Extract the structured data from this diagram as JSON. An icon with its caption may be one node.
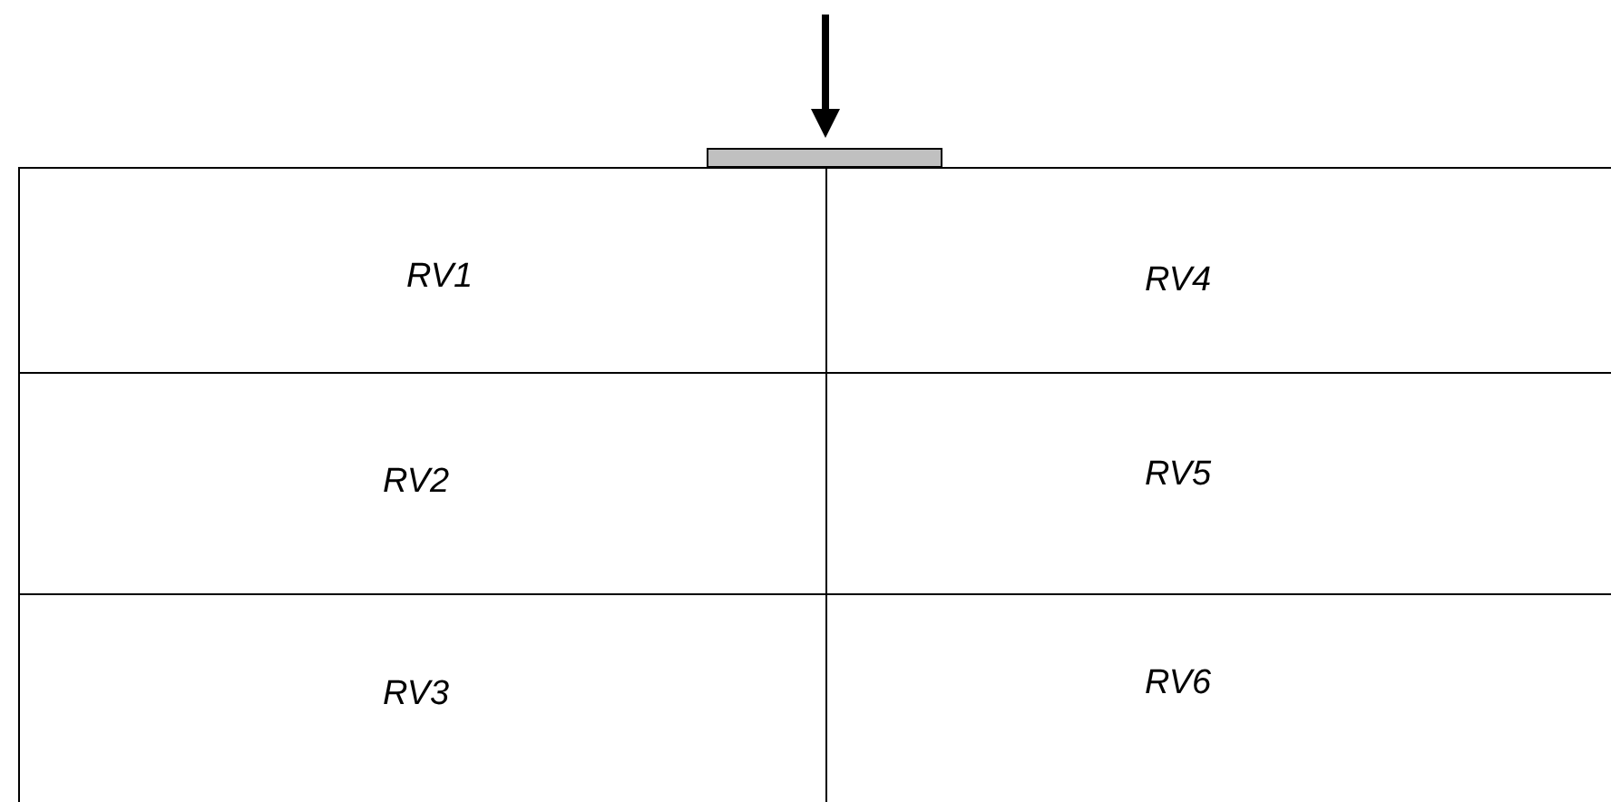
{
  "diagram": {
    "nodes": [
      {
        "text": [
          "RV1"
        ]
      },
      {
        "text": [
          "RV2"
        ]
      },
      {
        "text": [
          "RV3"
        ]
      },
      {
        "text": [
          "RV4"
        ]
      },
      {
        "text": [
          "RV5"
        ]
      },
      {
        "text": [
          "RV6"
        ]
      }
    ],
    "edges": []
  }
}
